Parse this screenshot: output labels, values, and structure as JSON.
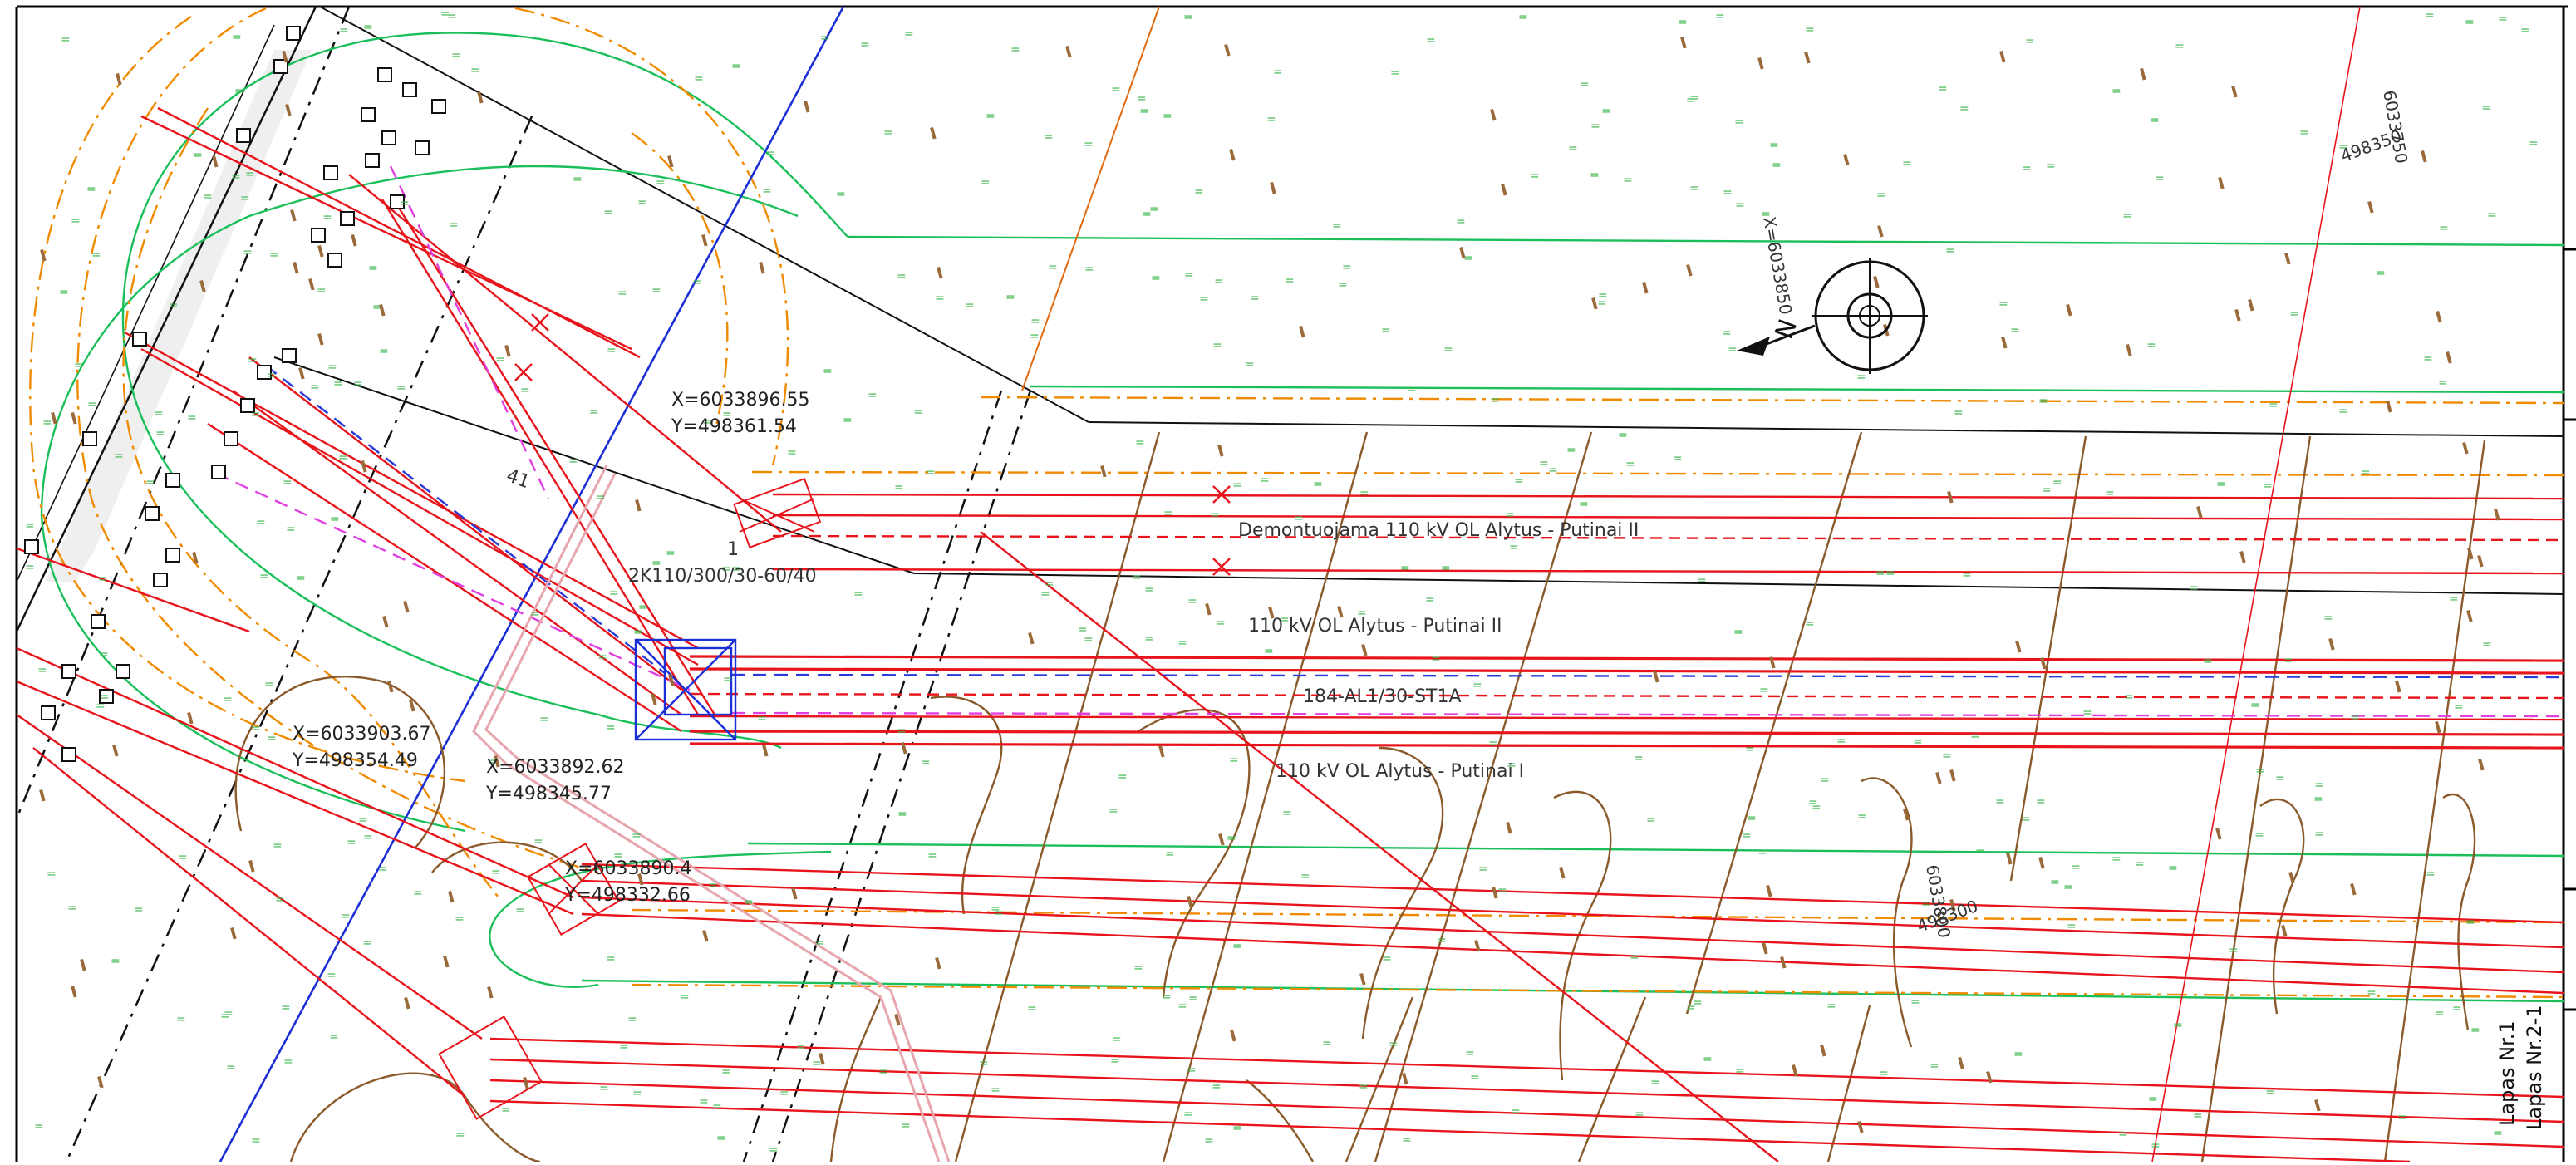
{
  "drawing": {
    "colors": {
      "background": "#ffffff",
      "frame": "#000000",
      "power_line": "#e8141b",
      "boundary_green": "#1bbf5a",
      "protection_zone_orange": "#f08a00",
      "road_blue": "#1b2fd6",
      "contour_brown": "#8a5a2b",
      "terrain_green": "#39b54a",
      "dashed_blue": "#2a3bd9",
      "dashed_magenta": "#e040e0",
      "text": "#222222"
    },
    "coordinates": [
      {
        "x": "X=6033896.55",
        "y": "Y=498361.54"
      },
      {
        "x": "X=6033903.67",
        "y": "Y=498354.49"
      },
      {
        "x": "X=6033892.62",
        "y": "Y=498345.77"
      },
      {
        "x": "X=6033890.4",
        "y": "Y=498332.66"
      }
    ],
    "line_labels": {
      "demolished": "Demontuojama 110 kV OL Alytus - Putinai II",
      "line_ii": "110 kV OL Alytus - Putinai II",
      "conductor": "184-AL1/30-ST1A",
      "line_i": "110 kV OL Alytus - Putinai I"
    },
    "tower_label": "2K110/300/30-60/40",
    "grid_labels": {
      "top_x": "6033750",
      "top_y": "498350",
      "north_grid": "X=6033850",
      "mid_x": "6033800",
      "mid_y": "498300"
    },
    "number_labels": {
      "n41": "41",
      "n1": "1"
    },
    "sheet_labels": [
      "Lapas Nr.1",
      "Lapas Nr.2-1"
    ],
    "north_arrow_icon": "north-arrow-icon",
    "north_letter": "N"
  }
}
